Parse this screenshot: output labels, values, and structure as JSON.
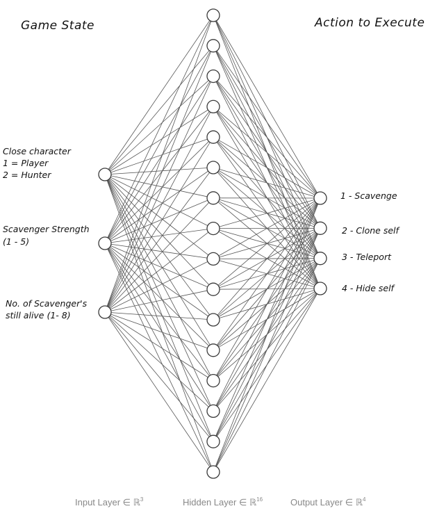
{
  "headings": {
    "left": "Game State",
    "right": "Action to Execute"
  },
  "network": {
    "input_nodes": 3,
    "hidden_nodes": 16,
    "output_nodes": 4
  },
  "input_labels": [
    [
      "Close character",
      "1 = Player",
      "2 = Hunter"
    ],
    [
      "Scavenger Strength",
      "(1 - 5)"
    ],
    [
      "No. of Scavenger's",
      "still alive (1- 8)"
    ]
  ],
  "output_labels": [
    "1 - Scavenge",
    "2 - Clone self",
    "3 - Teleport",
    "4 - Hide self"
  ],
  "captions": {
    "input": {
      "text": "Input Layer ∈ ℝ",
      "sup": "3"
    },
    "hidden": {
      "text": "Hidden Layer ∈ ℝ",
      "sup": "16"
    },
    "output": {
      "text": "Output Layer ∈ ℝ",
      "sup": "4"
    }
  }
}
